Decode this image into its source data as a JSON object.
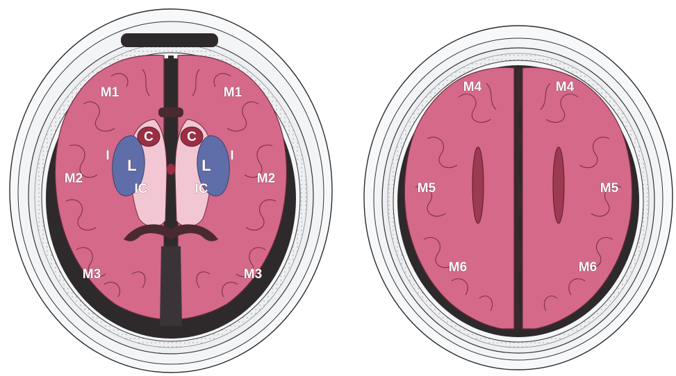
{
  "colors": {
    "scalp_fill": "#f4f5f7",
    "scalp_stroke": "#2a2a2a",
    "dark_space": "#2e2a2c",
    "brain": "#d4698a",
    "brain_stroke": "#6e2a3a",
    "ventricle": "#4a2a30",
    "lentiform": "#5f6ea8",
    "caudate": "#9c2e45",
    "internal_capsule": "#f2c6d2"
  },
  "left_section": {
    "labels": {
      "m1_left": "M1",
      "m1_right": "M1",
      "m2_left": "M2",
      "m2_right": "M2",
      "m3_left": "M3",
      "m3_right": "M3",
      "c_left": "C",
      "c_right": "C",
      "l_left": "L",
      "l_right": "L",
      "ic_left": "IC",
      "ic_right": "IC",
      "i_left": "I",
      "i_right": "I"
    }
  },
  "right_section": {
    "labels": {
      "m4_left": "M4",
      "m4_right": "M4",
      "m5_left": "M5",
      "m5_right": "M5",
      "m6_left": "M6",
      "m6_right": "M6"
    }
  }
}
